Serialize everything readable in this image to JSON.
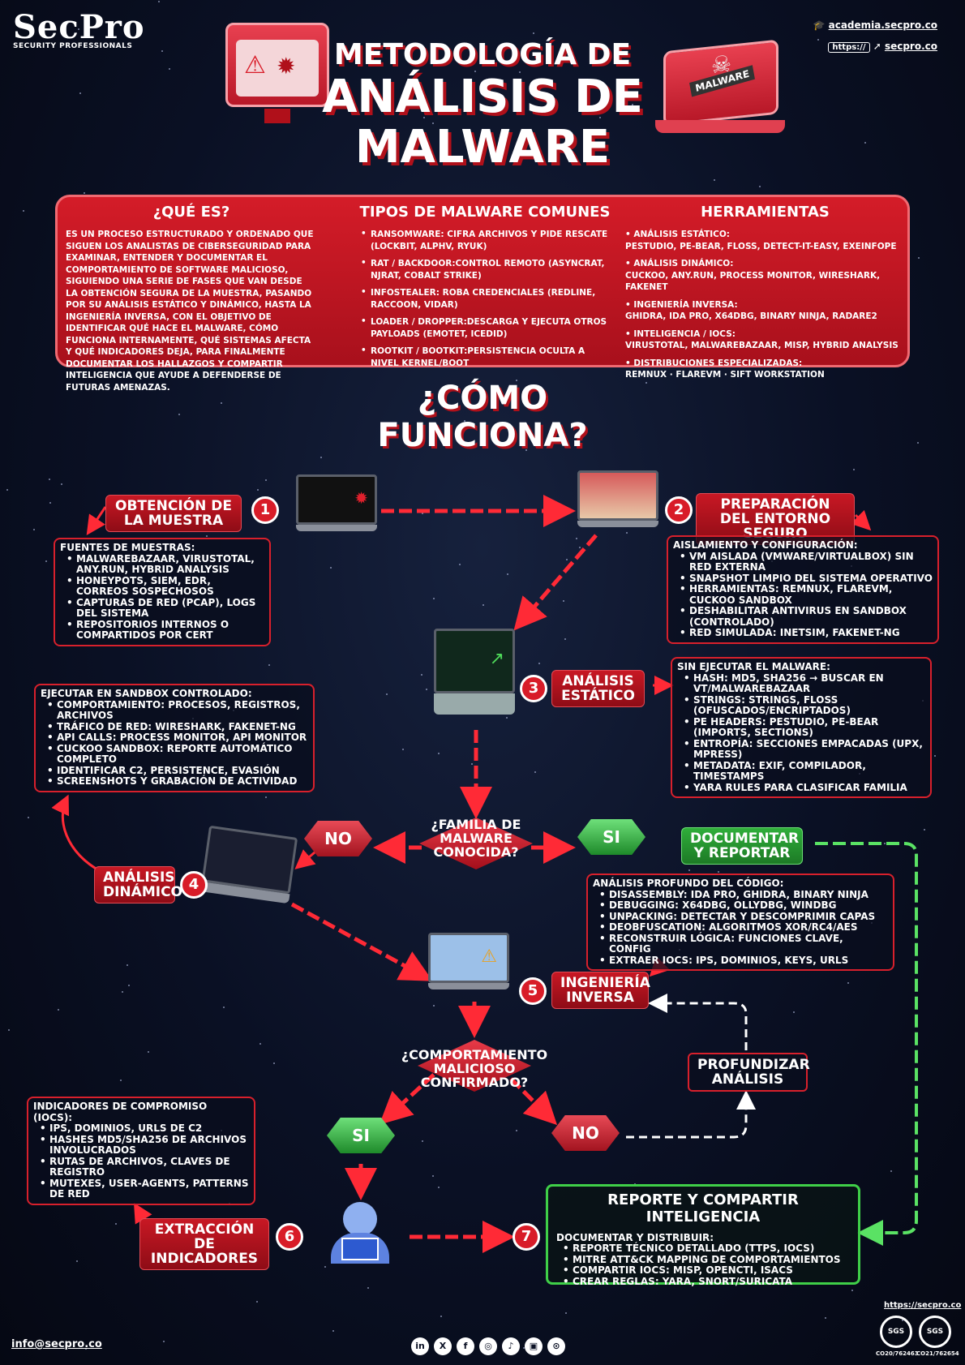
{
  "brand": {
    "name": "SecPro",
    "tagline": "SECURITY PROFESSIONALS"
  },
  "links": {
    "academy": "academia.secpro.co",
    "https": "https://",
    "site": "secpro.co",
    "footer_site": "https://secpro.co",
    "email": "info@secpro.co"
  },
  "title": {
    "line1": "METODOLOGÍA DE",
    "line2": "ANÁLISIS DE",
    "line3": "MALWARE"
  },
  "badge_malware": "MALWARE",
  "intro": {
    "what_heading": "¿QUÉ ES?",
    "what_text": "ES UN PROCESO ESTRUCTURADO Y ORDENADO QUE SIGUEN LOS ANALISTAS DE CIBERSEGURIDAD PARA EXAMINAR, ENTENDER Y DOCUMENTAR EL COMPORTAMIENTO DE SOFTWARE MALICIOSO, SIGUIENDO UNA SERIE DE FASES QUE VAN DESDE LA OBTENCIÓN SEGURA DE LA MUESTRA, PASANDO POR SU ANÁLISIS ESTÁTICO Y DINÁMICO, HASTA LA INGENIERÍA INVERSA, CON EL OBJETIVO DE IDENTIFICAR QUÉ HACE EL MALWARE, CÓMO FUNCIONA INTERNAMENTE, QUÉ SISTEMAS AFECTA Y QUÉ INDICADORES DEJA, PARA FINALMENTE DOCUMENTAR LOS HALLAZGOS Y COMPARTIR INTELIGENCIA QUE AYUDE A DEFENDERSE DE FUTURAS AMENAZAS.",
    "types_heading": "TIPOS DE MALWARE COMUNES",
    "types": [
      "RANSOMWARE: CIFRA ARCHIVOS Y PIDE RESCATE (LOCKBIT, ALPHV, RYUK)",
      "RAT / BACKDOOR:CONTROL REMOTO (ASYNCRAT, NJRAT, COBALT STRIKE)",
      "INFOSTEALER: ROBA CREDENCIALES (REDLINE, RACCOON, VIDAR)",
      "LOADER / DROPPER:DESCARGA Y EJECUTA OTROS PAYLOADS (EMOTET, ICEDID)",
      "ROOTKIT / BOOTKIT:PERSISTENCIA OCULTA A NIVEL KERNEL/BOOT"
    ],
    "tools_heading": "HERRAMIENTAS",
    "tools": [
      {
        "title": "ANÁLISIS ESTÁTICO:",
        "text": "PESTUDIO, PE-BEAR, FLOSS, DETECT-IT-EASY, EXEINFOPE"
      },
      {
        "title": "ANÁLISIS DINÁMICO:",
        "text": "CUCKOO, ANY.RUN, PROCESS MONITOR, WIRESHARK, FAKENET"
      },
      {
        "title": "INGENIERÍA INVERSA:",
        "text": "GHIDRA, IDA PRO, X64DBG, BINARY NINJA, RADARE2"
      },
      {
        "title": "INTELIGENCIA / IOCS:",
        "text": "VIRUSTOTAL, MALWAREBAZAAR, MISP, HYBRID ANALYSIS"
      },
      {
        "title": "DISTRIBUCIONES ESPECIALIZADAS:",
        "text": "REMNUX · FLAREVM · SIFT WORKSTATION"
      }
    ]
  },
  "how_heading": "¿CÓMO FUNCIONA?",
  "steps": {
    "s1": {
      "num": "1",
      "label": "OBTENCIÓN DE LA MUESTRA",
      "title": "FUENTES DE MUESTRAS:",
      "items": [
        "MALWAREBAZAAR, VIRUSTOTAL, ANY.RUN, HYBRID ANALYSIS",
        "HONEYPOTS, SIEM, EDR, CORREOS SOSPECHOSOS",
        "CAPTURAS DE RED (PCAP), LOGS DEL SISTEMA",
        "REPOSITORIOS INTERNOS O COMPARTIDOS POR CERT"
      ]
    },
    "s2": {
      "num": "2",
      "label": "PREPARACIÓN DEL ENTORNO SEGURO",
      "title": "AISLAMIENTO Y CONFIGURACIÓN:",
      "items": [
        "VM AISLADA (VMWARE/VIRTUALBOX) SIN RED EXTERNA",
        "SNAPSHOT LIMPIO DEL SISTEMA OPERATIVO",
        "HERRAMIENTAS: REMNUX, FLAREVM, CUCKOO SANDBOX",
        "DESHABILITAR ANTIVIRUS EN SANDBOX (CONTROLADO)",
        "RED SIMULADA: INETSIM, FAKENET-NG"
      ]
    },
    "s3": {
      "num": "3",
      "label": "ANÁLISIS ESTÁTICO",
      "title": "SIN EJECUTAR EL MALWARE:",
      "items": [
        "HASH: MD5, SHA256 → BUSCAR EN VT/MALWAREBAZAAR",
        "STRINGS: STRINGS, FLOSS (OFUSCADOS/ENCRIPTADOS)",
        "PE HEADERS: PESTUDIO, PE-BEAR (IMPORTS, SECTIONS)",
        "ENTROPÍA: SECCIONES EMPACADAS (UPX, MPRESS)",
        "METADATA: EXIF, COMPILADOR, TIMESTAMPS",
        "YARA RULES PARA CLASIFICAR FAMILIA"
      ]
    },
    "s4": {
      "num": "4",
      "label": "ANÁLISIS DINÁMICO",
      "title": "EJECUTAR EN SANDBOX CONTROLADO:",
      "items": [
        "COMPORTAMIENTO: PROCESOS, REGISTROS, ARCHIVOS",
        "TRÁFICO DE RED: WIRESHARK, FAKENET-NG",
        "API CALLS: PROCESS MONITOR, API MONITOR",
        "CUCKOO SANDBOX: REPORTE AUTOMÁTICO COMPLETO",
        "IDENTIFICAR C2, PERSISTENCE, EVASIÓN",
        "SCREENSHOTS Y GRABACIÓN DE ACTIVIDAD"
      ]
    },
    "s5": {
      "num": "5",
      "label": "INGENIERÍA INVERSA",
      "title": "ANÁLISIS PROFUNDO DEL CÓDIGO:",
      "items": [
        "DISASSEMBLY: IDA PRO, GHIDRA, BINARY NINJA",
        "DEBUGGING: X64DBG, OLLYDBG, WINDBG",
        "UNPACKING: DETECTAR Y DESCOMPRIMIR CAPAS",
        "DEOBFUSCATION: ALGORITMOS XOR/RC4/AES",
        "RECONSTRUIR LÓGICA: FUNCIONES CLAVE, CONFIG",
        "EXTRAER IOCS: IPS, DOMINIOS, KEYS, URLS"
      ]
    },
    "s6": {
      "num": "6",
      "label": "EXTRACCIÓN DE INDICADORES",
      "title": "INDICADORES DE COMPROMISO (IOCS):",
      "items": [
        "IPS, DOMINIOS, URLS DE C2",
        "HASHES MD5/SHA256 DE ARCHIVOS INVOLUCRADOS",
        "RUTAS DE ARCHIVOS, CLAVES DE REGISTRO",
        "MUTEXES, USER-AGENTS, PATTERNS DE RED"
      ]
    },
    "s7": {
      "num": "7",
      "label": "REPORTE Y COMPARTIR INTELIGENCIA",
      "title": "DOCUMENTAR Y DISTRIBUIR:",
      "items": [
        "REPORTE TÉCNICO DETALLADO (TTPS, IOCS)",
        "MITRE ATT&CK MAPPING DE COMPORTAMIENTOS",
        "COMPARTIR IOCS: MISP, OPENCTI, ISACS",
        "CREAR REGLAS: YARA, SNORT/SURICATA"
      ]
    }
  },
  "decisions": {
    "d1": "¿FAMILIA DE MALWARE CONOCIDA?",
    "d2": "¿COMPORTAMIENTO MALICIOSO CONFIRMADO?",
    "no": "NO",
    "si": "SI",
    "documentar": "DOCUMENTAR Y REPORTAR",
    "profundizar": "PROFUNDIZAR ANÁLISIS"
  },
  "certs": [
    "CO20/762463",
    "CO21/762654"
  ],
  "cert_mark": "SGS",
  "social": [
    "in",
    "X",
    "f",
    "◎",
    "♪",
    "▣",
    "⊙"
  ],
  "colors": {
    "accent_red": "#d41c28",
    "accent_green": "#3fcf48",
    "background": "#0a1024"
  }
}
